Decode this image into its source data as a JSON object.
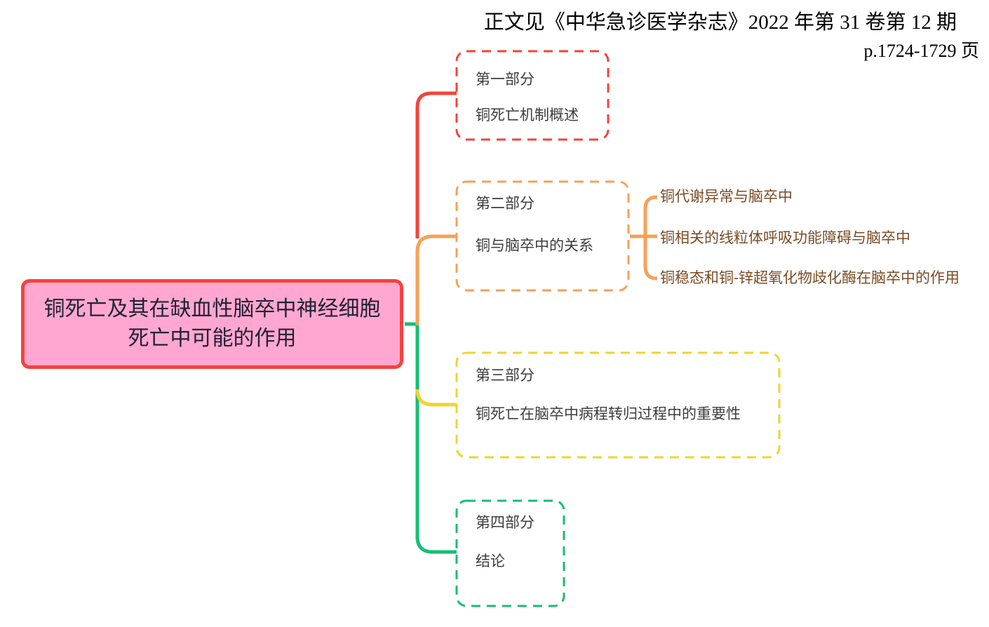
{
  "header": {
    "line1": "正文见《中华急诊医学杂志》2022 年第 31 卷第 12 期",
    "line2": "p.1724-1729 页"
  },
  "root": {
    "title": "铜死亡及其在缺血性脑卒中神经细胞死亡中可能的作用",
    "fill": "#FFA7D1",
    "border": "#F4433C"
  },
  "branches": [
    {
      "label": "第一部分",
      "title": "铜死亡机制概述",
      "color": "#F4433C"
    },
    {
      "label": "第二部分",
      "title": "铜与脑卒中的关系",
      "color": "#F7A156",
      "child_color": "#7B4B24",
      "children": [
        "铜代谢异常与脑卒中",
        "铜相关的线粒体呼吸功能障碍与脑卒中",
        "铜稳态和铜-锌超氧化物歧化酶在脑卒中的作用"
      ]
    },
    {
      "label": "第三部分",
      "title": "铜死亡在脑卒中病程转归过程中的重要性",
      "color": "#F2D32E"
    },
    {
      "label": "第四部分",
      "title": "结论",
      "color": "#17BE74"
    }
  ]
}
